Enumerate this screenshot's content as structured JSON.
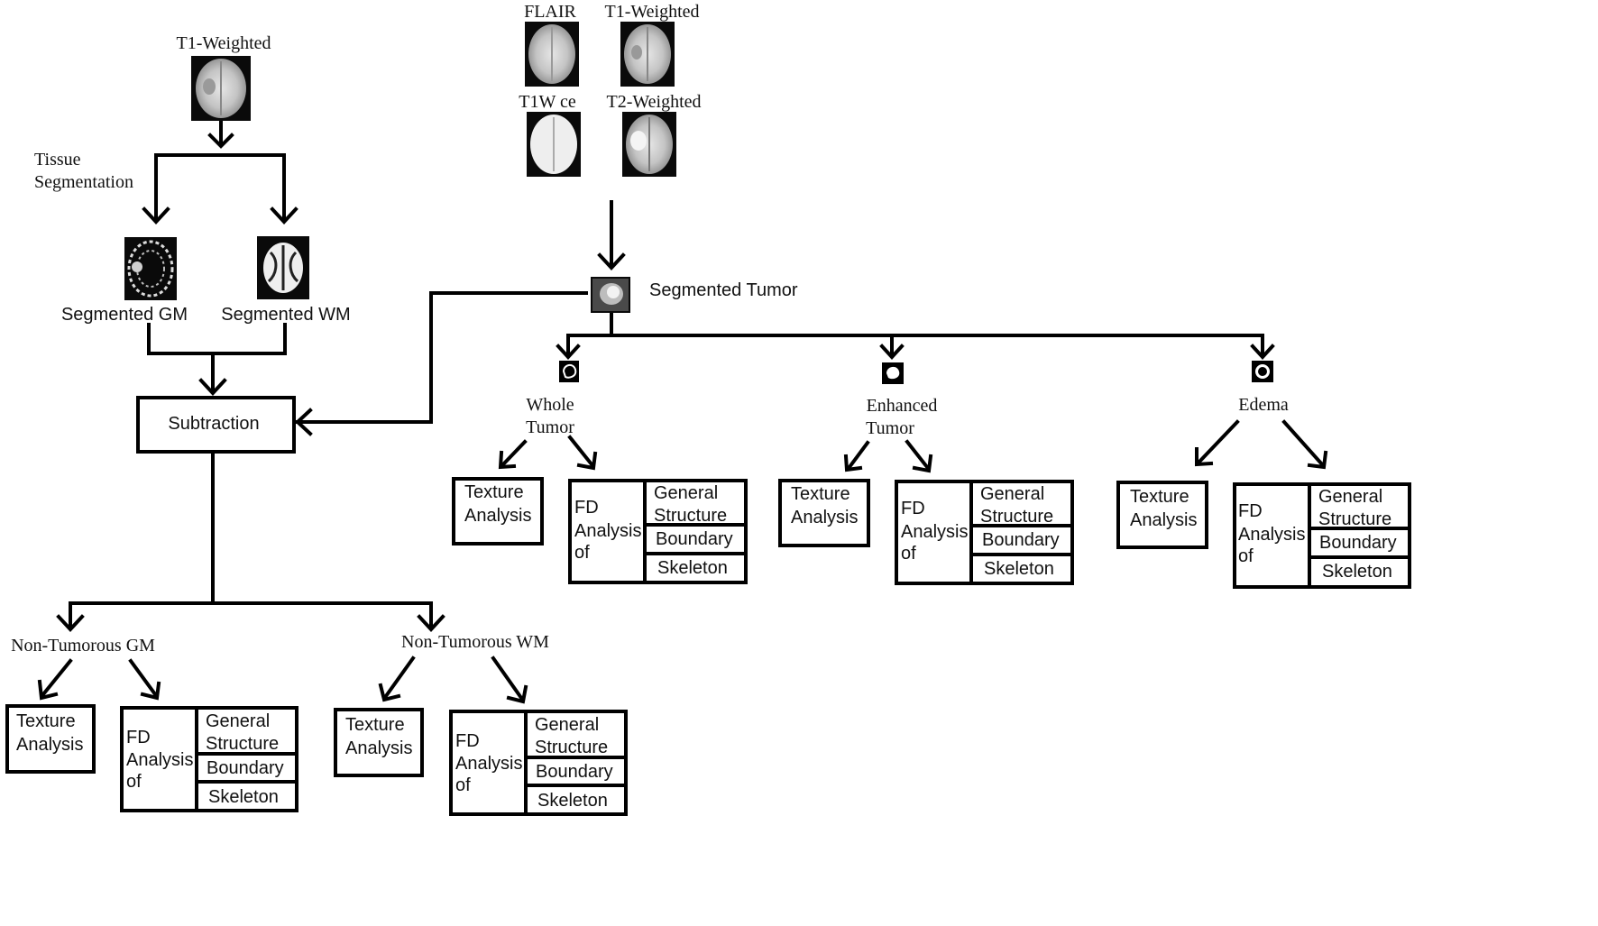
{
  "left_branch": {
    "t1_label": "T1-Weighted",
    "step_label_line1": "Tissue",
    "step_label_line2": "Segmentation",
    "gm_label": "Segmented GM",
    "wm_label": "Segmented WM",
    "subtraction": "Subtraction",
    "non_tumorous_gm": "Non-Tumorous GM",
    "non_tumorous_wm": "Non-Tumorous WM"
  },
  "inputs": {
    "flair": "FLAIR",
    "t1": "T1-Weighted",
    "t1ce": "T1W ce",
    "t2": "T2-Weighted"
  },
  "segmented_tumor": "Segmented Tumor",
  "regions": {
    "whole_line1": "Whole",
    "whole_line2": "Tumor",
    "enhanced_line1": "Enhanced",
    "enhanced_line2": "Tumor",
    "edema": "Edema"
  },
  "analysis": {
    "texture_line1": "Texture",
    "texture_line2": "Analysis",
    "fd_line1": "FD",
    "fd_line2": "Analysis",
    "fd_line3": "of",
    "general_line1": "General",
    "general_line2": "Structure",
    "boundary": "Boundary",
    "skeleton": "Skeleton"
  }
}
